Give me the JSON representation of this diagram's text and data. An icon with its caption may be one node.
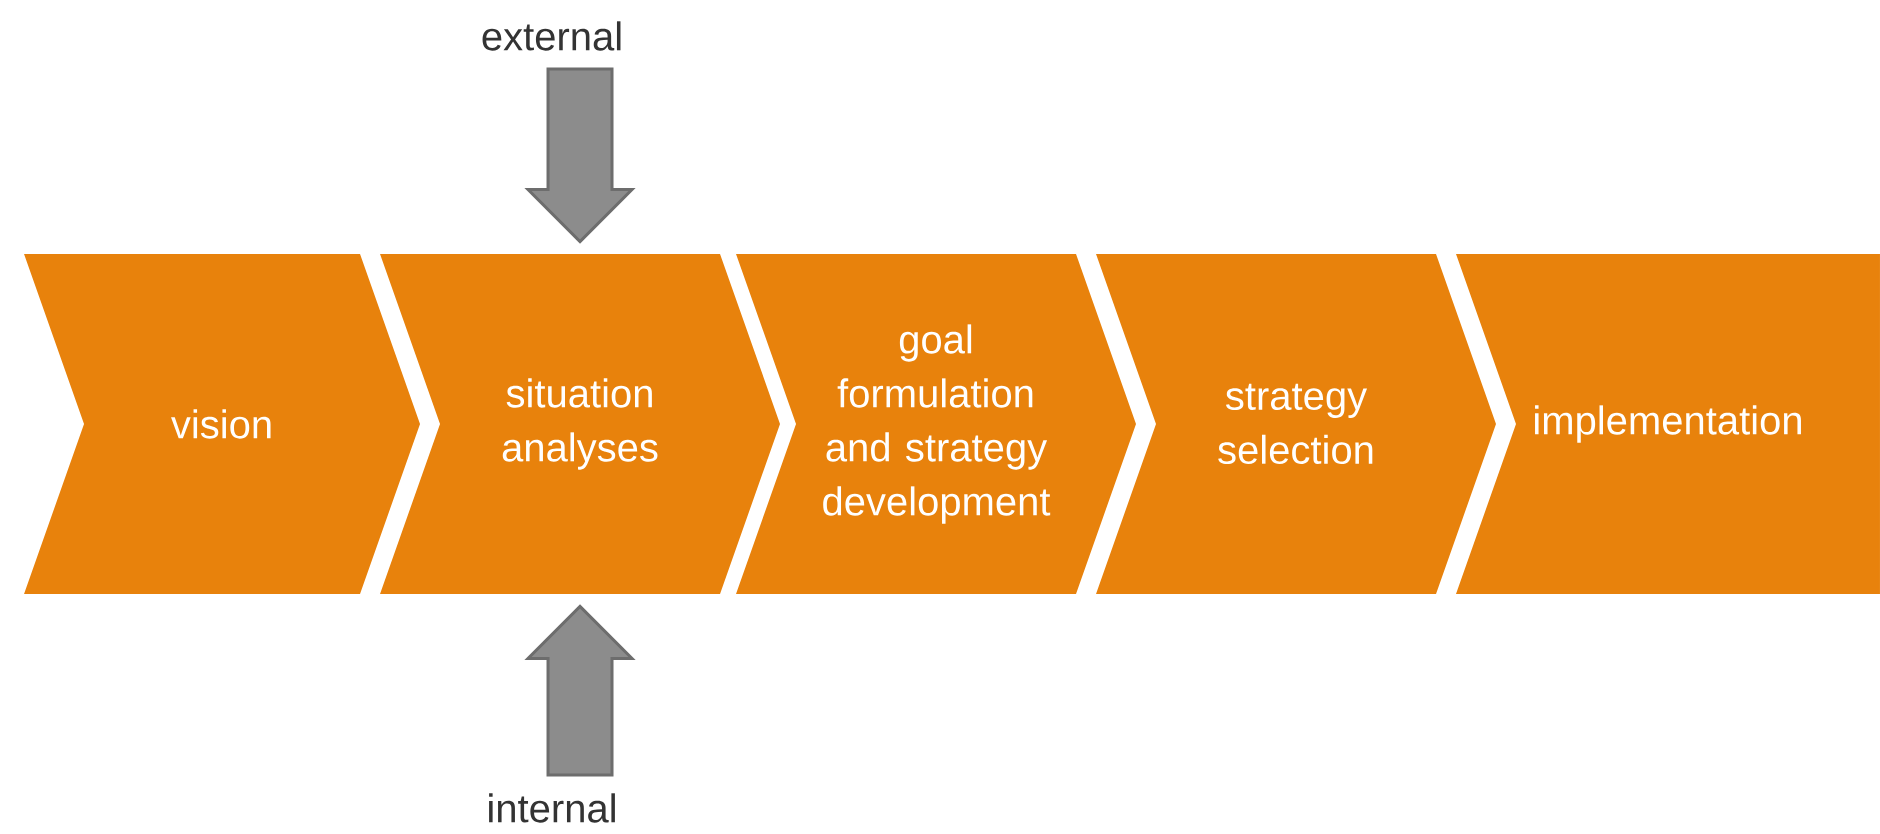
{
  "diagram": {
    "nodes": [
      {
        "text": [
          "vision"
        ]
      },
      {
        "text": [
          "situation analyses"
        ]
      },
      {
        "text": [
          "goal formulation and strategy development"
        ]
      },
      {
        "text": [
          "strategy selection"
        ]
      },
      {
        "text": [
          "implementation"
        ]
      },
      {
        "text": [
          "external"
        ]
      },
      {
        "text": [
          "internal"
        ]
      }
    ],
    "edges": [
      {
        "from": 5,
        "to": 1,
        "arrow": "to"
      },
      {
        "from": 6,
        "to": 1,
        "arrow": "to"
      }
    ]
  }
}
